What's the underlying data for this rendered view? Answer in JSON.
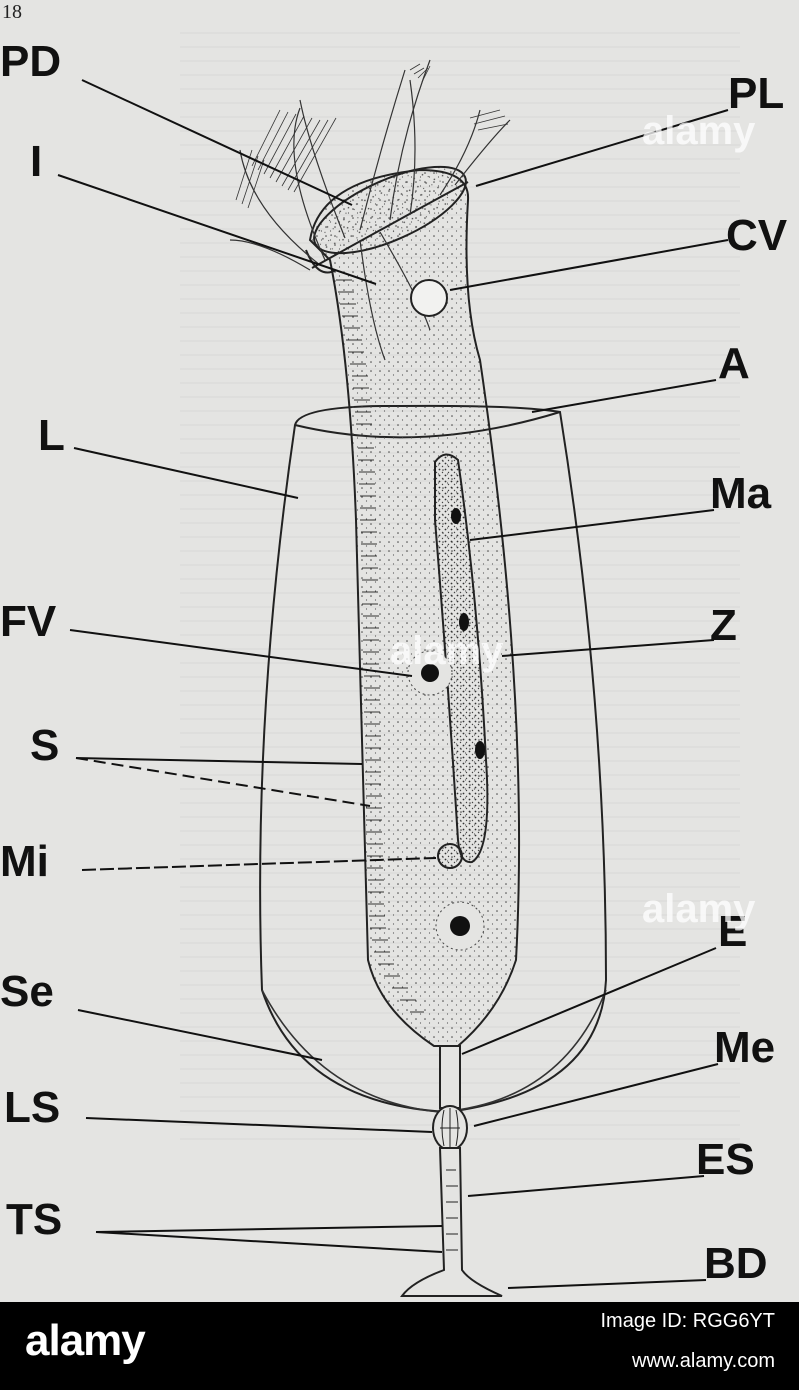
{
  "page_number": "18",
  "labels": {
    "PD": "PD",
    "I": "I",
    "L": "L",
    "FV": "FV",
    "S": "S",
    "Mi": "Mi",
    "Se": "Se",
    "LS": "LS",
    "TS": "TS",
    "PL": "PL",
    "CV": "CV",
    "A": "A",
    "Ma": "Ma",
    "Z": "Z",
    "E": "E",
    "Me": "Me",
    "ES": "ES",
    "BD": "BD"
  },
  "watermark": "alamy",
  "footer": {
    "logo": "alamy",
    "image_id": "Image ID: RGG6YT",
    "url": "www.alamy.com"
  }
}
